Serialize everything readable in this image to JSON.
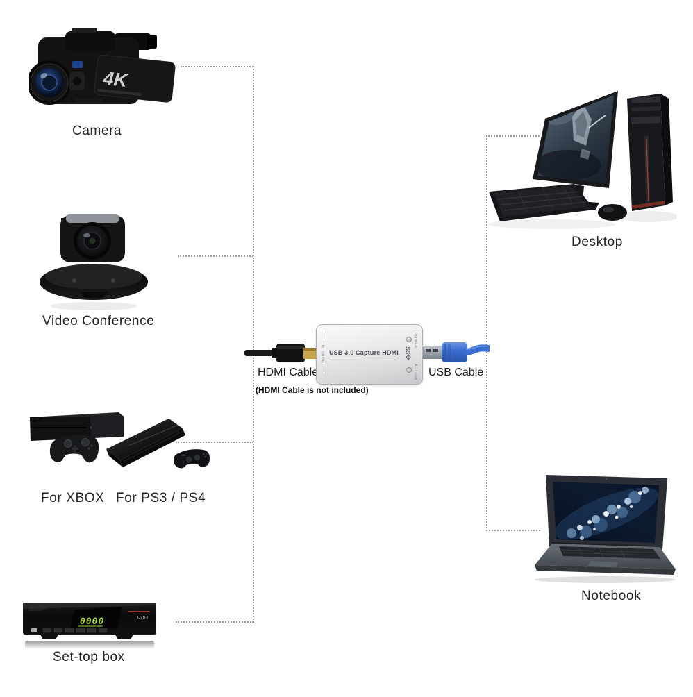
{
  "page": {
    "background": "#ffffff"
  },
  "sources": {
    "camera": {
      "label": "Camera"
    },
    "video_conference": {
      "label": "Video Conference"
    },
    "consoles": {
      "xbox_label": "For XBOX",
      "ps_label": "For PS3 / PS4"
    },
    "set_top_box": {
      "label": "Set-top box",
      "display": "0000",
      "badge": "DVB-T"
    }
  },
  "outputs": {
    "desktop": {
      "label": "Desktop"
    },
    "notebook": {
      "label": "Notebook"
    }
  },
  "capture_device": {
    "title": "USB 3.0 Capture HDMI",
    "hdmi_port_label": "HDMI IN",
    "power_label": "POWER",
    "action_label": "ACTION",
    "usb3_mark": "SS"
  },
  "cables": {
    "hdmi_label": "HDMI Cable",
    "hdmi_note": "(HDMI Cable is not included)",
    "usb_label": "USB Cable"
  },
  "artwork": {
    "camera_badge": "4K"
  },
  "colors": {
    "dashed_line": "#9a9a9a",
    "usb_cable_blue": "#3a6ed0",
    "hdmi_gold": "#c9a54b",
    "device_silver": "#e8e9eb",
    "stb_display_green": "#a6d436",
    "label_text": "#242424"
  }
}
